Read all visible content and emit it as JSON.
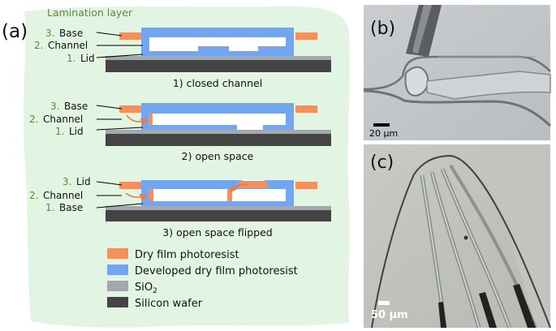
{
  "panels": {
    "a": {
      "label": "(a)"
    },
    "b": {
      "label": "(b)",
      "scalebar": "20 µm"
    },
    "c": {
      "label": "(c)",
      "scalebar": "50 µm"
    }
  },
  "lamination_label": "Lamination layer",
  "diagrams": [
    {
      "caption": "1) closed channel",
      "labels": [
        {
          "num": "3.",
          "text": "Base"
        },
        {
          "num": "2.",
          "text": "Channel"
        },
        {
          "num": "1.",
          "text": "Lid"
        }
      ]
    },
    {
      "caption": "2) open space",
      "labels": [
        {
          "num": "3.",
          "text": "Base"
        },
        {
          "num": "2.",
          "text": "Channel"
        },
        {
          "num": "1.",
          "text": "Lid"
        }
      ]
    },
    {
      "caption": "3) open space flipped",
      "labels": [
        {
          "num": "3.",
          "text": "Lid"
        },
        {
          "num": "2.",
          "text": "Channel"
        },
        {
          "num": "1.",
          "text": "Base"
        }
      ]
    }
  ],
  "legend": [
    {
      "text": "Dry film photoresist",
      "sub": "",
      "color": "#f4905c"
    },
    {
      "text": "Developed dry film photoresist",
      "sub": "",
      "color": "#72a6f0"
    },
    {
      "text": "SiO",
      "sub": "2",
      "color": "#a3a7ae"
    },
    {
      "text": "Silicon wafer",
      "sub": "",
      "color": "#444444"
    }
  ],
  "colors": {
    "lamination_bg": "#e2f5e3",
    "number_green": "#5e8a2e",
    "arrow_orange": "#ee7a40"
  }
}
